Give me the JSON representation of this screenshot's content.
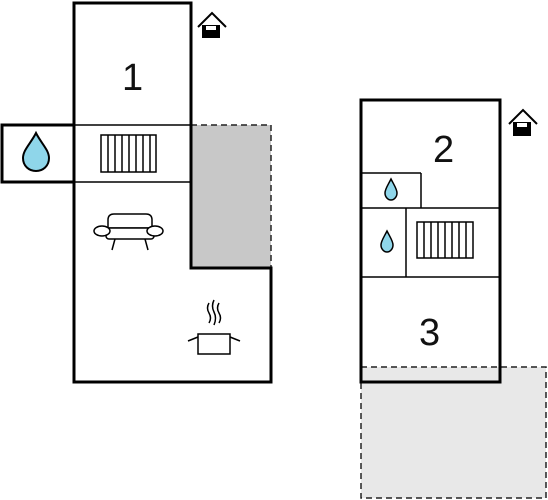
{
  "floorplan": {
    "room_labels": [
      "1",
      "2",
      "3"
    ],
    "icons": {
      "entrance": "house-entrance-icon",
      "bathroom": "water-drop-icon",
      "radiator": "radiator-icon",
      "living": "sofa-icon",
      "kitchen": "cooking-pot-icon"
    },
    "colors": {
      "wall": "#000000",
      "covered_terrace": "#c8c8c8",
      "open_terrace": "#e8e8e8",
      "water": "#8fd6ea"
    }
  }
}
